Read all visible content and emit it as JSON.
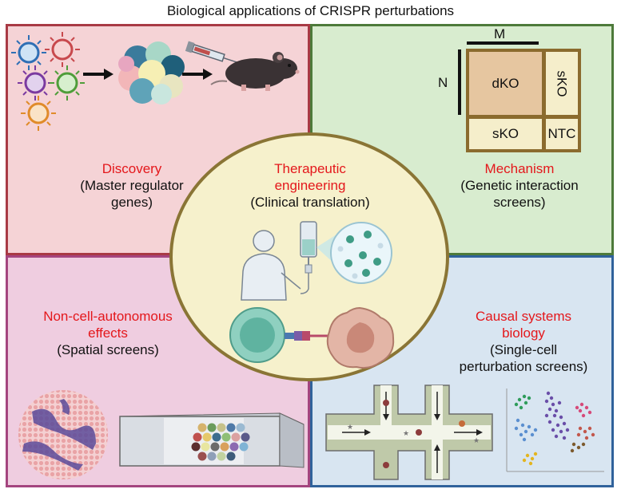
{
  "title": "Biological applications of CRISPR perturbations",
  "quadrants": {
    "discovery": {
      "heading": "Discovery",
      "line1": "(Master regulator",
      "line2": "genes)"
    },
    "mechanism": {
      "heading": "Mechanism",
      "line1": "(Genetic interaction",
      "line2": "screens)"
    },
    "non_cell": {
      "heading1": "Non-cell-autonomous",
      "heading2": "effects",
      "line1": "(Spatial screens)"
    },
    "causal": {
      "heading1": "Causal systems",
      "heading2": "biology",
      "line1": "(Single-cell",
      "line2": "perturbation screens)"
    }
  },
  "center": {
    "heading1": "Therapeutic",
    "heading2": "engineering",
    "line1": "(Clinical translation)"
  },
  "interaction_matrix": {
    "axis_m": "M",
    "axis_n": "N",
    "dko": "dKO",
    "sko_right": "sKO",
    "sko_bottom": "sKO",
    "ntc": "NTC"
  },
  "colors": {
    "red_text": "#e4171b",
    "discovery_border": "#a83a45",
    "mechanism_border": "#4d7a3a",
    "spatial_border": "#a4457f",
    "causal_border": "#30629b",
    "center_border": "#8a7535"
  }
}
